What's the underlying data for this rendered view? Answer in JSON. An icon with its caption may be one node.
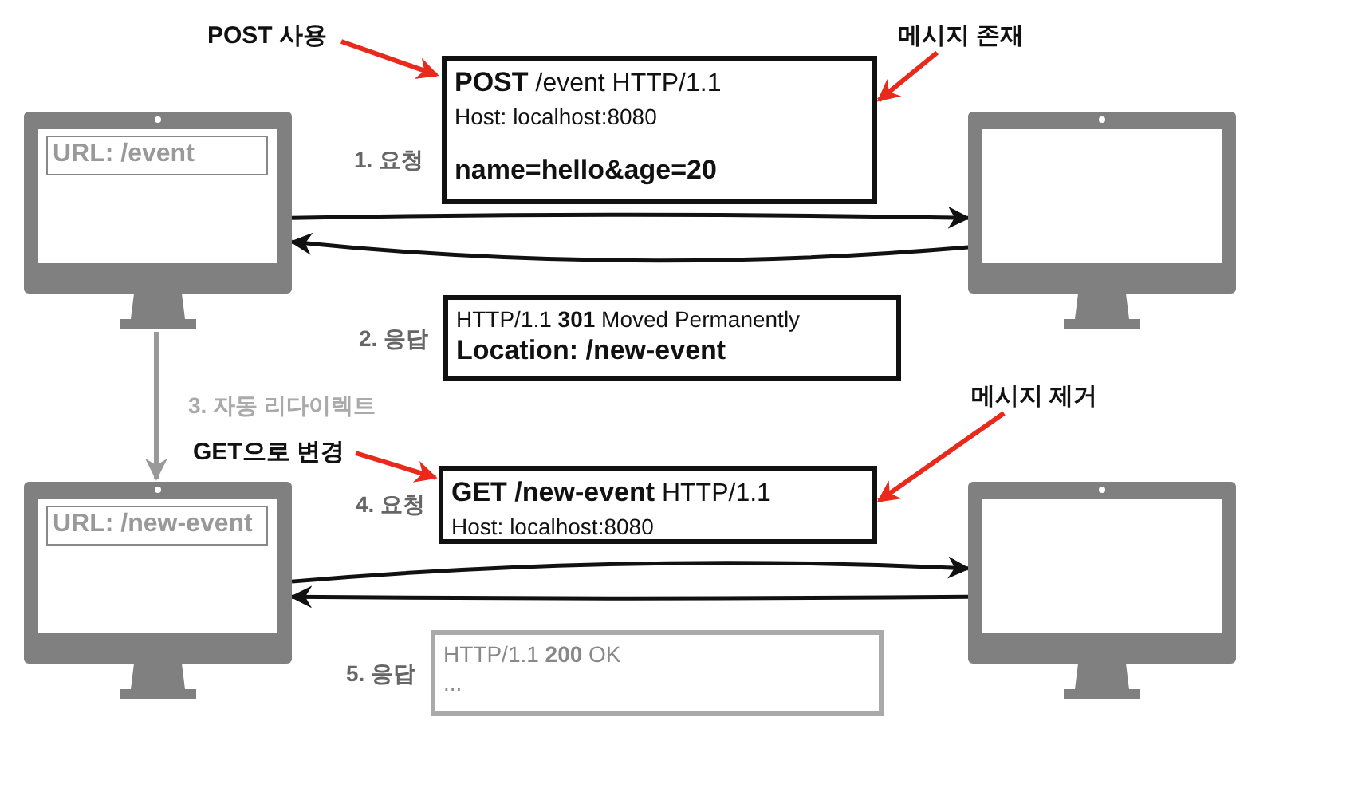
{
  "diagram": {
    "nodes": [
      {
        "text": [
          "URL: /event"
        ]
      },
      {
        "text": [],
        "shape": "monitor"
      },
      {
        "text": [
          "**POST** /event HTTP/1.1",
          "Host: localhost:8080",
          "name=hello&age=20"
        ],
        "beside": [
          "1. 요청"
        ]
      },
      {
        "text": [
          "HTTP/1.1 **301** Moved Permanently",
          "Location: /new-event"
        ],
        "beside": [
          "2. 응답"
        ]
      },
      {
        "text": [
          "URL: /new-event"
        ]
      },
      {
        "text": [],
        "shape": "monitor"
      },
      {
        "text": [
          "**GET /new-event** HTTP/1.1",
          "Host: localhost:8080"
        ],
        "beside": [
          "4. 요청"
        ]
      },
      {
        "text": [
          "HTTP/1.1 **200** OK",
          "..."
        ],
        "beside": [
          "5. 응답"
        ]
      },
      {
        "text": [
          "POST 사용"
        ]
      },
      {
        "text": [
          "메시지 존재"
        ]
      },
      {
        "text": [
          "GET으로 변경"
        ]
      },
      {
        "text": [
          "메시지 제거"
        ]
      }
    ],
    "edges": [
      {
        "from": 0,
        "to": 1,
        "arrow": "to"
      },
      {
        "from": 1,
        "to": 0,
        "arrow": "to"
      },
      {
        "from": 0,
        "to": 4,
        "arrow": "to",
        "label": "3. 자동 리다이렉트",
        "color": "#999999"
      },
      {
        "from": 4,
        "to": 5,
        "arrow": "to"
      },
      {
        "from": 5,
        "to": 4,
        "arrow": "to"
      },
      {
        "from": 8,
        "to": 2,
        "arrow": "to",
        "color": "#e8291c"
      },
      {
        "from": 9,
        "to": 2,
        "arrow": "to",
        "color": "#e8291c"
      },
      {
        "from": 10,
        "to": 6,
        "arrow": "to",
        "color": "#e8291c"
      },
      {
        "from": 11,
        "to": 6,
        "arrow": "to",
        "color": "#e8291c"
      }
    ]
  }
}
